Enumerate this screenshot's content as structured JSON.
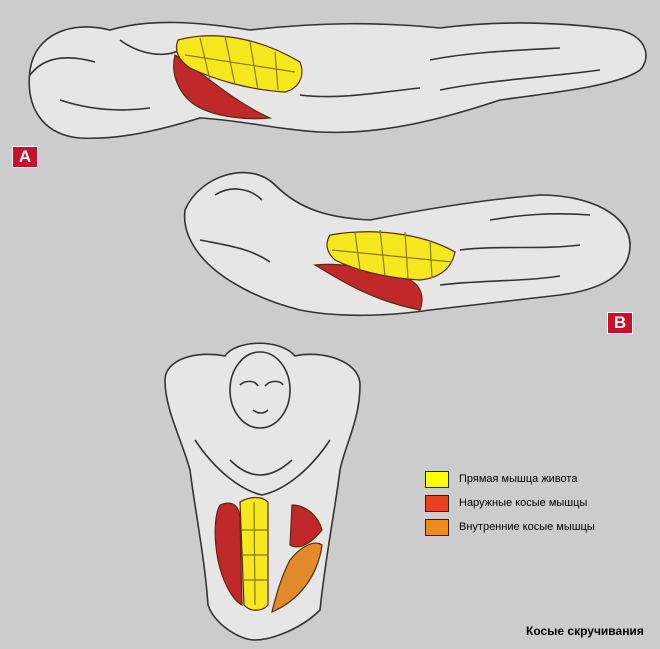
{
  "figure": {
    "badge_a": "A",
    "badge_b": "B",
    "caption": "Косые скручивания"
  },
  "legend": {
    "items": [
      {
        "label": "Прямая мышца живота",
        "color": "#ffff00"
      },
      {
        "label": "Наружные косые мышцы",
        "color": "#e8401c"
      },
      {
        "label": "Внутренние косые мышцы",
        "color": "#ee8a1a"
      }
    ]
  },
  "colors": {
    "background": "#cccccc",
    "outline": "#333333",
    "body_fill": "#e6e6e6",
    "rectus": "#f5e81e",
    "external_oblique": "#c0282a",
    "internal_oblique": "#e08a2a",
    "badge": "#c8102e"
  }
}
